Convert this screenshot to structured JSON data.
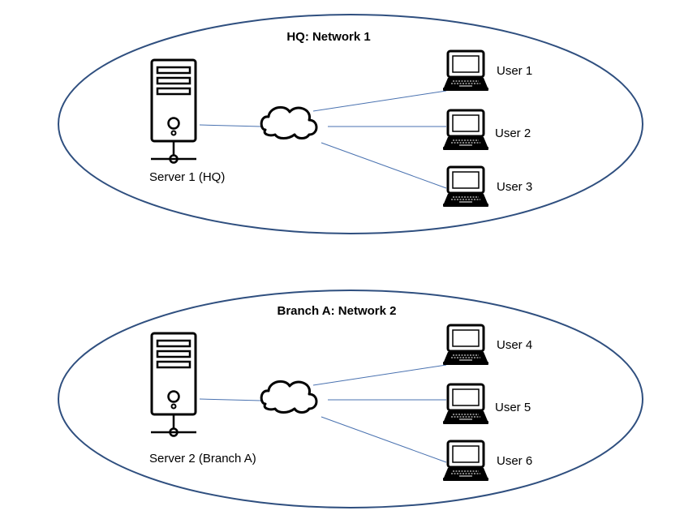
{
  "networks": [
    {
      "title": "HQ: Network 1",
      "server_label": "Server 1 (HQ)",
      "users": [
        "User 1",
        "User 2",
        "User 3"
      ]
    },
    {
      "title": "Branch A: Network 2",
      "server_label": "Server 2 (Branch A)",
      "users": [
        "User 4",
        "User 5",
        "User 6"
      ]
    }
  ],
  "colors": {
    "ellipse": "#2f4f7f",
    "link": "#4a72b0",
    "icon": "#000000"
  }
}
